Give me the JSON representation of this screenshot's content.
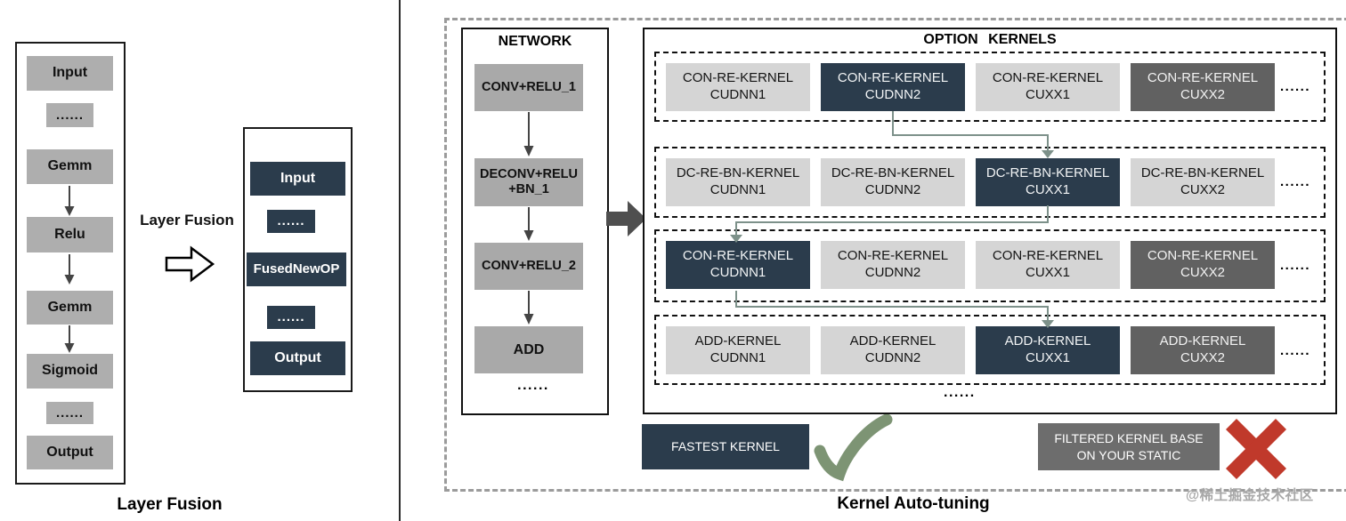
{
  "layer_fusion": {
    "caption": "Layer Fusion",
    "arrow_label": "Layer Fusion",
    "before": {
      "n0": "Input",
      "n1": "......",
      "n2": "Gemm",
      "n3": "Relu",
      "n4": "Gemm",
      "n5": "Sigmoid",
      "n6": "......",
      "n7": "Output"
    },
    "after": {
      "n0": "Input",
      "n1": "......",
      "n2": "FusedNewOP",
      "n3": "......",
      "n4": "Output"
    }
  },
  "kernel_tuning": {
    "caption": "Kernel Auto-tuning",
    "network": {
      "title": "NETWORK",
      "layers": [
        {
          "line1": "CONV+RELU_1",
          "line2": ""
        },
        {
          "line1": "DECONV+RELU",
          "line2": "+BN_1"
        },
        {
          "line1": "CONV+RELU_2",
          "line2": ""
        },
        {
          "line1": "ADD",
          "line2": ""
        }
      ],
      "more": "......"
    },
    "options": {
      "title": "OPTION KERNELS",
      "more": "......",
      "rows": [
        {
          "more": "......",
          "cells": [
            {
              "name": "CON-RE-KERNEL",
              "backend": "CUDNN1",
              "state": "candidate"
            },
            {
              "name": "CON-RE-KERNEL",
              "backend": "CUDNN2",
              "state": "fastest"
            },
            {
              "name": "CON-RE-KERNEL",
              "backend": "CUXX1",
              "state": "candidate"
            },
            {
              "name": "CON-RE-KERNEL",
              "backend": "CUXX2",
              "state": "filtered"
            }
          ]
        },
        {
          "more": "......",
          "cells": [
            {
              "name": "DC-RE-BN-KERNEL",
              "backend": "CUDNN1",
              "state": "candidate"
            },
            {
              "name": "DC-RE-BN-KERNEL",
              "backend": "CUDNN2",
              "state": "candidate"
            },
            {
              "name": "DC-RE-BN-KERNEL",
              "backend": "CUXX1",
              "state": "fastest"
            },
            {
              "name": "DC-RE-BN-KERNEL",
              "backend": "CUXX2",
              "state": "candidate"
            }
          ]
        },
        {
          "more": "......",
          "cells": [
            {
              "name": "CON-RE-KERNEL",
              "backend": "CUDNN1",
              "state": "fastest"
            },
            {
              "name": "CON-RE-KERNEL",
              "backend": "CUDNN2",
              "state": "candidate"
            },
            {
              "name": "CON-RE-KERNEL",
              "backend": "CUXX1",
              "state": "candidate"
            },
            {
              "name": "CON-RE-KERNEL",
              "backend": "CUXX2",
              "state": "filtered"
            }
          ]
        },
        {
          "more": "......",
          "cells": [
            {
              "name": "ADD-KERNEL",
              "backend": "CUDNN1",
              "state": "candidate"
            },
            {
              "name": "ADD-KERNEL",
              "backend": "CUDNN2",
              "state": "candidate"
            },
            {
              "name": "ADD-KERNEL",
              "backend": "CUXX1",
              "state": "fastest"
            },
            {
              "name": "ADD-KERNEL",
              "backend": "CUXX2",
              "state": "filtered"
            }
          ]
        }
      ]
    },
    "legend": {
      "fastest_label": "FASTEST KERNEL",
      "filtered_line1": "FILTERED KERNEL BASE",
      "filtered_line2": "ON YOUR STATIC"
    }
  },
  "colors": {
    "fastest_navy": "#2b3c4c",
    "filtered_gray": "#616161",
    "candidate_gray": "#d5d5d5",
    "op_gray": "#aeaeae",
    "check_green": "#7d9474",
    "cross_red": "#c0392b",
    "connector_sage": "#7d918a"
  },
  "watermark": "@稀土掘金技术社区"
}
